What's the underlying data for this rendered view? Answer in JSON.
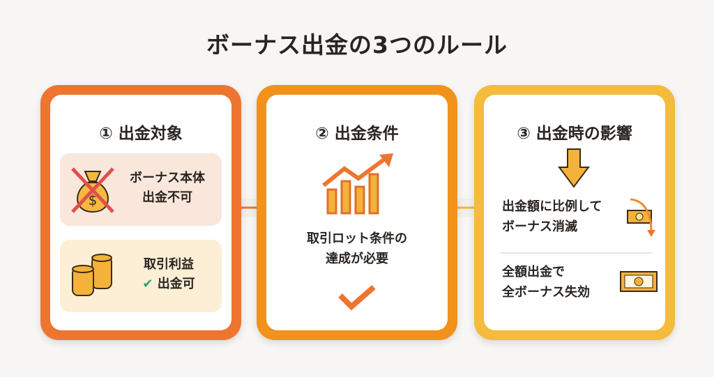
{
  "title": "ボーナス出金の3つのルール",
  "panels": [
    {
      "heading": "① 出金対象",
      "items": [
        {
          "line1": "ボーナス本体",
          "line2": "出金不可"
        },
        {
          "line1": "取引利益",
          "line2": "出金可"
        }
      ]
    },
    {
      "heading": "② 出金条件",
      "line1": "取引ロット条件の",
      "line2": "達成が必要"
    },
    {
      "heading": "③ 出金時の影響",
      "items": [
        {
          "line1": "出金額に比例して",
          "line2": "ボーナス消滅"
        },
        {
          "line1": "全額出金で",
          "line2": "全ボーナス失効"
        }
      ]
    }
  ],
  "colors": {
    "panel1": "#ee7530",
    "panel2": "#f2921a",
    "panel3": "#f4bb3c"
  }
}
